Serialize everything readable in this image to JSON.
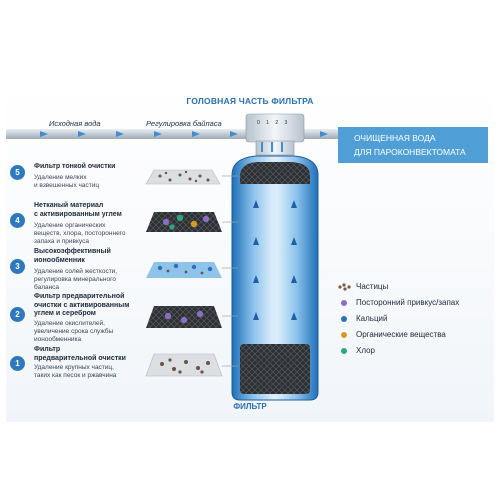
{
  "header": {
    "title": "ГОЛОВНАЯ ЧАСТЬ ФИЛЬТРА",
    "scale": "0 1 2 3"
  },
  "pipe": {
    "input_label": "Исходная вода",
    "bypass_label": "Регулировка байпаса"
  },
  "output": {
    "line1": "ОЧИЩЕННАЯ ВОДА",
    "line2": "ДЛЯ ПАРОКОНВЕКТОМАТА"
  },
  "stages": [
    {
      "number": "5",
      "title": [
        "Фильтр тонкой очистки"
      ],
      "desc": [
        "Удаление мелких",
        "и взвешенных частиц"
      ]
    },
    {
      "number": "4",
      "title": [
        "Нетканый материал",
        "с активированным углем"
      ],
      "desc": [
        "Удаление органических",
        "веществ, хлора, постороннего",
        "запаха и привкуса"
      ]
    },
    {
      "number": "3",
      "title": [
        "Высокоэффективный",
        "ионообменник"
      ],
      "desc": [
        "Удаление солей жесткости,",
        "регулировка минерального",
        "баланса"
      ]
    },
    {
      "number": "2",
      "title": [
        "Фильтр предварительной",
        "очистки с активированным",
        "углем и серебром"
      ],
      "desc": [
        "Удаление окислителей,",
        "увеличение срока службы",
        "ионообменника"
      ]
    },
    {
      "number": "1",
      "title": [
        "Фильтр",
        "предварительной очистки"
      ],
      "desc": [
        "Удаление крупных частиц,",
        "таких как песок и ржавчина"
      ]
    }
  ],
  "legend": [
    {
      "label": "Частицы",
      "color": "#7a5a48",
      "icon": "particles-icon"
    },
    {
      "label": "Посторонний привкус/запах",
      "color": "#8a6fc0",
      "icon": "purple-dot-icon"
    },
    {
      "label": "Кальций",
      "color": "#2f6fb8",
      "icon": "blue-dot-icon"
    },
    {
      "label": "Органические вещества",
      "color": "#d79a2a",
      "icon": "orange-dot-icon"
    },
    {
      "label": "Хлор",
      "color": "#2fa57e",
      "icon": "green-dot-icon"
    }
  ],
  "filter_label": "ФИЛЬТР",
  "colors": {
    "accent": "#2a6fb3",
    "badge": "#2e79bd",
    "output_box": "#4f9fd6",
    "pipe": "#c9d3dc"
  }
}
